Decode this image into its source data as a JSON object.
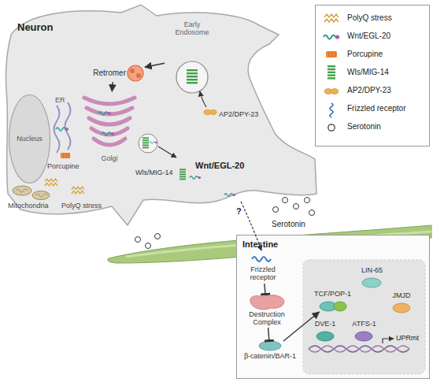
{
  "diagram": {
    "nodes": [
      {
        "text": [
          "Neuron"
        ]
      },
      {
        "text": [
          "Nucleus"
        ],
        "in": 0
      },
      {
        "text": [
          "Golgi"
        ],
        "in": 0
      },
      {
        "text": [
          "Retromer"
        ],
        "in": 0
      },
      {
        "text": [
          "Early Endosome"
        ],
        "in": 0
      },
      {
        "text": [
          "Intestine"
        ]
      },
      {
        "text": [
          "Frizzled receptor"
        ],
        "in": 5
      },
      {
        "text": [
          "Destruction Complex"
        ],
        "in": 5
      },
      {
        "text": [
          "β-catenin/BAR-1"
        ],
        "in": 5
      },
      {
        "text": [
          "TCF/POP-1"
        ],
        "in": 5
      },
      {
        "text": [
          "LIN-65"
        ],
        "in": 5
      },
      {
        "text": [
          "JMJD"
        ],
        "in": 5
      },
      {
        "text": [
          "DVE-1"
        ],
        "in": 5
      },
      {
        "text": [
          "ATFS-1"
        ],
        "in": 5
      }
    ],
    "edges": [
      {
        "from": 4,
        "to": 3,
        "arrow": "to"
      },
      {
        "from": 3,
        "to": 2,
        "arrow": "to"
      },
      {
        "from": 6,
        "to": 7,
        "arrow": "to"
      },
      {
        "from": 7,
        "to": 8,
        "arrow": "to"
      },
      {
        "from": 8,
        "to": 9,
        "arrow": "to"
      }
    ],
    "labels": [
      "ER",
      "Porcupine",
      "PolyQ stress",
      "Mitochondria",
      "AP2/DPY-23",
      "Wls/MIG-14",
      "Wnt/EGL-20",
      "?",
      "Serotonin",
      "UPRmt"
    ],
    "legend": [
      {
        "text": "PolyQ stress"
      },
      {
        "text": "Wnt/EGL-20"
      },
      {
        "text": "Porcupine"
      },
      {
        "text": "Wls/MIG-14"
      },
      {
        "text": "AP2/DPY-23"
      },
      {
        "text": "Frizzled receptor"
      },
      {
        "text": "Serotonin"
      }
    ]
  }
}
